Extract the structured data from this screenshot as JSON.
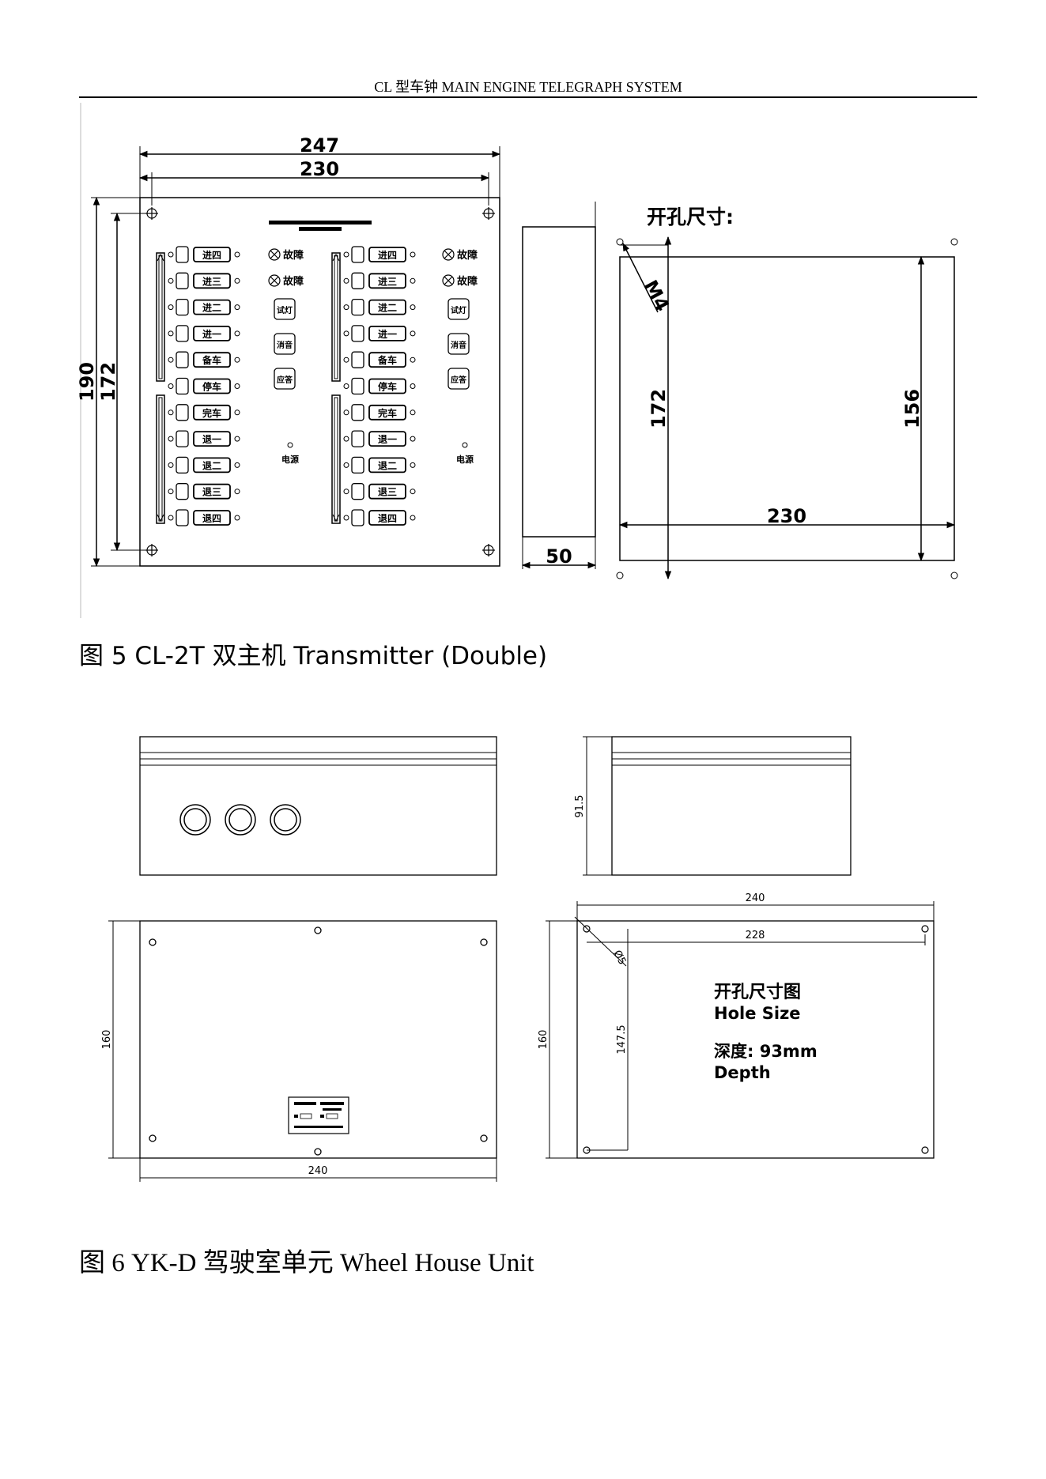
{
  "header": "CL 型车钟  MAIN ENGINE TELEGRAPH SYSTEM",
  "figure5": {
    "caption": "图 5 CL-2T 双主机 Transmitter (Double)",
    "dim_247": "247",
    "dim_230_top": "230",
    "dim_190": "190",
    "dim_172_left": "172",
    "dim_50": "50",
    "cutout_label": "开孔尺寸:",
    "dim_172_cutout": "172",
    "dim_156": "156",
    "dim_230_cutout": "230",
    "corner_label": "M4",
    "indicator_1": "故障",
    "indicator_2": "故障",
    "btn_1": "试灯",
    "btn_2": "消音",
    "btn_3": "应答",
    "power_label": "电源",
    "order_labels": [
      "进四",
      "进三",
      "进二",
      "进一",
      "备车",
      "停车",
      "完车",
      "退一",
      "退二",
      "退三",
      "退四"
    ]
  },
  "figure6": {
    "caption": "图 6 YK-D  驾驶室单元 Wheel House Unit",
    "dim_91_5": "91.5",
    "dim_240_top": "240",
    "dim_228": "228",
    "dim_160_left": "160",
    "dim_240_bottom": "240",
    "dim_160_right": "160",
    "dim_147_5": "147.5",
    "hole_diam": "Ø5",
    "hole_size_cn": "开孔尺寸图",
    "hole_size_en": "Hole Size",
    "depth_cn": "深度: 93mm",
    "depth_en": "Depth"
  }
}
